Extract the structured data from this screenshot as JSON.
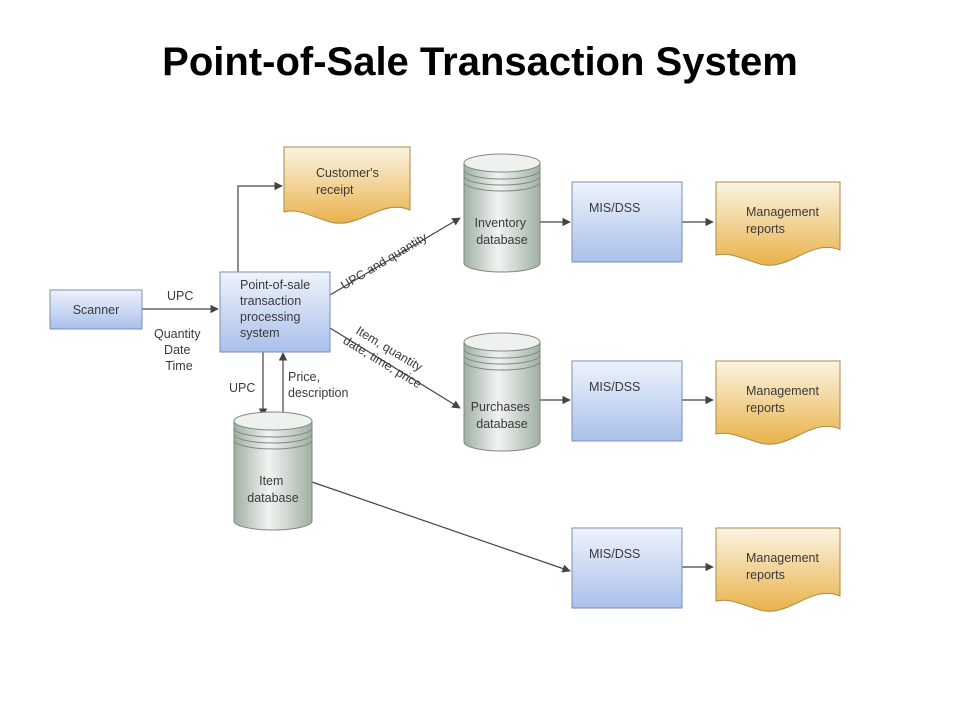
{
  "title": "Point-of-Sale Transaction System",
  "colors": {
    "process_top": "#eef3fc",
    "process_bottom": "#a9c0ea",
    "document_top": "#fbf4e2",
    "document_bottom": "#e9b24a",
    "database_top": "#f1f4f1",
    "database_bottom": "#9fb0a3",
    "line": "#444444"
  },
  "nodes": {
    "scanner": "Scanner",
    "pos_system": [
      "Point-of-sale",
      "transaction",
      "processing",
      "system"
    ],
    "customer_receipt": [
      "Customer's",
      "receipt"
    ],
    "inventory_db": [
      "Inventory",
      "database"
    ],
    "purchases_db": [
      "Purchases",
      "database"
    ],
    "item_db": [
      "Item",
      "database"
    ],
    "mis_dss_1": "MIS/DSS",
    "mis_dss_2": "MIS/DSS",
    "mis_dss_3": "MIS/DSS",
    "reports_1": [
      "Management",
      "reports"
    ],
    "reports_2": [
      "Management",
      "reports"
    ],
    "reports_3": [
      "Management",
      "reports"
    ]
  },
  "flows": {
    "scanner_upc": "UPC",
    "scanner_details": [
      "Quantity",
      "Date",
      "Time"
    ],
    "to_inventory": "UPC and quantity",
    "to_purchases": [
      "Item, quantity",
      "date, time, price"
    ],
    "to_item_db": "UPC",
    "from_item_db": [
      "Price,",
      "description"
    ]
  }
}
